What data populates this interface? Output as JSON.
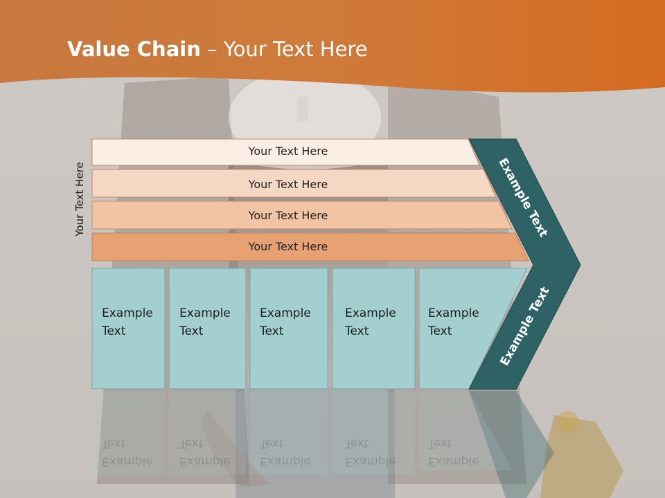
{
  "title": {
    "bold": "Value Chain",
    "rest": " – Your Text Here"
  },
  "side_label": "Your Text Here",
  "rows": [
    {
      "label": "Your Text Here"
    },
    {
      "label": "Your Text Here"
    },
    {
      "label": "Your Text Here"
    },
    {
      "label": "Your Text Here"
    }
  ],
  "columns": [
    {
      "line1": "Example",
      "line2": "Text"
    },
    {
      "line1": "Example",
      "line2": "Text"
    },
    {
      "line1": "Example",
      "line2": "Text"
    },
    {
      "line1": "Example",
      "line2": "Text"
    },
    {
      "line1": "Example",
      "line2": "Text"
    }
  ],
  "chevron": {
    "upper": "Example Text",
    "lower": "Example Text"
  },
  "colors": {
    "header_orange": "#d9742c",
    "row_fills": [
      "#fbeee5",
      "#f5d8c4",
      "#f2c4a4",
      "#e8a172"
    ],
    "column_fill": "#a3cfd0",
    "chevron_teal": "#2e6264"
  }
}
